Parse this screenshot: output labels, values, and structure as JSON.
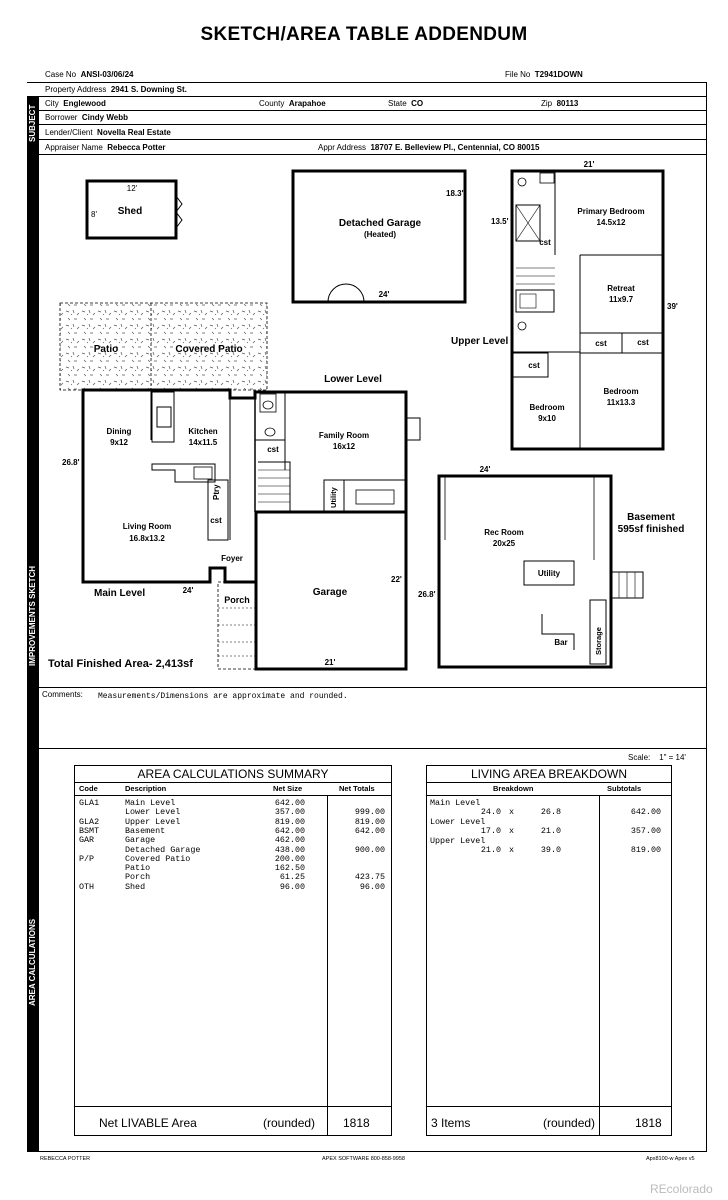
{
  "title": "SKETCH/AREA TABLE ADDENDUM",
  "header": {
    "case_no_label": "Case No",
    "case_no": "ANSI-03/06/24",
    "file_no_label": "File No",
    "file_no": "T2941DOWN",
    "property_address_label": "Property Address",
    "property_address": "2941 S. Downing St.",
    "city_label": "City",
    "city": "Englewood",
    "county_label": "County",
    "county": "Arapahoe",
    "state_label": "State",
    "state": "CO",
    "zip_label": "Zip",
    "zip": "80113",
    "borrower_label": "Borrower",
    "borrower": "Cindy Webb",
    "lender_label": "Lender/Client",
    "lender": "Novella Real Estate",
    "appraiser_label": "Appraiser Name",
    "appraiser": "Rebecca Potter",
    "appr_address_label": "Appr Address",
    "appr_address": "18707 E. Belleview Pl., Centennial, CO 80015"
  },
  "sidebar": {
    "subject": "SUBJECT",
    "sketch": "IMPROVEMENTS SKETCH",
    "calc": "AREA CALCULATIONS"
  },
  "sketch": {
    "shed": "Shed",
    "shed_w": "12'",
    "shed_h": "8'",
    "detached_garage": "Detached Garage",
    "heated": "(Heated)",
    "dg_w": "24'",
    "dg_h": "18.3'",
    "patio": "Patio",
    "covered_patio": "Covered Patio",
    "lower_level": "Lower Level",
    "dining": "Dining",
    "dining_dim": "9x12",
    "kitchen": "Kitchen",
    "kitchen_dim": "14x11.5",
    "family_room": "Family Room",
    "family_dim": "16x12",
    "cst": "cst",
    "ptry": "Ptry",
    "utility_v": "Utility",
    "living_room": "Living Room",
    "living_dim": "16.8x13.2",
    "foyer": "Foyer",
    "porch": "Porch",
    "garage": "Garage",
    "garage_h": "22'",
    "garage_w": "21'",
    "main_level": "Main Level",
    "main_w": "24'",
    "main_h": "26.8'",
    "total_finished": "Total Finished Area- 2,413sf",
    "upper_level": "Upper Level",
    "upper_w": "21'",
    "upper_h": "39'",
    "upper_side": "13.5'",
    "primary_bedroom": "Primary Bedroom",
    "primary_dim": "14.5x12",
    "retreat": "Retreat",
    "retreat_dim": "11x9.7",
    "bedroom": "Bedroom",
    "bedroom1_dim": "11x13.3",
    "bedroom2_dim": "9x10",
    "rec_room": "Rec Room",
    "rec_dim": "20x25",
    "utility": "Utility",
    "bar": "Bar",
    "storage": "Storage",
    "basement": "Basement",
    "basement_finished": "595sf finished",
    "bsmt_w": "24'",
    "bsmt_h": "26.8'"
  },
  "comments": {
    "label": "Comments:",
    "text": "Measurements/Dimensions are approximate and rounded."
  },
  "scale": {
    "label": "Scale:",
    "value": "1\" = 14'"
  },
  "area_summary": {
    "title": "AREA CALCULATIONS SUMMARY",
    "col_code": "Code",
    "col_desc": "Description",
    "col_net": "Net Size",
    "col_totals": "Net Totals",
    "rows": [
      {
        "code": "GLA1",
        "desc": "Main Level",
        "net": "642.00",
        "total": ""
      },
      {
        "code": "",
        "desc": "Lower Level",
        "net": "357.00",
        "total": "999.00"
      },
      {
        "code": "GLA2",
        "desc": "Upper Level",
        "net": "819.00",
        "total": "819.00"
      },
      {
        "code": "BSMT",
        "desc": "Basement",
        "net": "642.00",
        "total": "642.00"
      },
      {
        "code": "GAR",
        "desc": "Garage",
        "net": "462.00",
        "total": ""
      },
      {
        "code": "",
        "desc": "Detached Garage",
        "net": "438.00",
        "total": "900.00"
      },
      {
        "code": "P/P",
        "desc": "Covered Patio",
        "net": "200.00",
        "total": ""
      },
      {
        "code": "",
        "desc": "Patio",
        "net": "162.50",
        "total": ""
      },
      {
        "code": "",
        "desc": "Porch",
        "net": "61.25",
        "total": "423.75"
      },
      {
        "code": "OTH",
        "desc": "Shed",
        "net": "96.00",
        "total": "96.00"
      }
    ],
    "footer_label": "Net LIVABLE Area",
    "footer_rounded": "(rounded)",
    "footer_value": "1818"
  },
  "living_breakdown": {
    "title": "LIVING AREA BREAKDOWN",
    "col_breakdown": "Breakdown",
    "col_subtotals": "Subtotals",
    "groups": [
      {
        "name": "Main Level",
        "a": "24.0",
        "x": "x",
        "b": "26.8",
        "sub": "642.00"
      },
      {
        "name": "Lower Level",
        "a": "17.0",
        "x": "x",
        "b": "21.0",
        "sub": "357.00"
      },
      {
        "name": "Upper Level",
        "a": "21.0",
        "x": "x",
        "b": "39.0",
        "sub": "819.00"
      }
    ],
    "footer_items": "3 Items",
    "footer_rounded": "(rounded)",
    "footer_value": "1818"
  },
  "footer": {
    "left": "REBECCA POTTER",
    "center": "APEX SOFTWARE 800-858-9958",
    "right": "Apx8100-w Apex v5",
    "watermark": "REcolorado"
  }
}
